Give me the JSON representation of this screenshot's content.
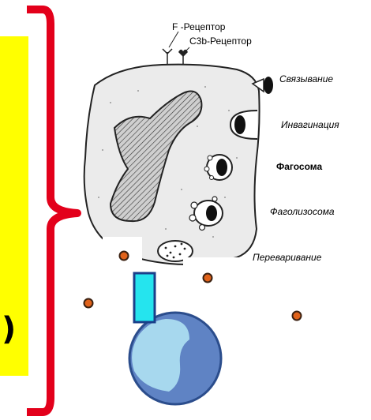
{
  "diagram": {
    "receptors": {
      "f_receptor": "F -Рецептор",
      "c3b_receptor": "C3b-Рецептор"
    },
    "stages": [
      {
        "label": "Связывание",
        "style": "italic"
      },
      {
        "label": "Инвагинация",
        "style": "italic"
      },
      {
        "label": "Фагосома",
        "style": "bold"
      },
      {
        "label": "Фаголизосома",
        "style": "italic"
      },
      {
        "label": "Переваривание",
        "style": "italic"
      }
    ],
    "left_panel": {
      "visible_text": ")"
    },
    "colors": {
      "panel_yellow": "#ffff00",
      "bracket_red": "#e3001b",
      "bacteria_orange": "#e0621a",
      "cell_outer_blue": "#5f83c4",
      "cell_inner_blue": "#a7d8ee",
      "pseudopod_cyan": "#25e4ee"
    }
  }
}
